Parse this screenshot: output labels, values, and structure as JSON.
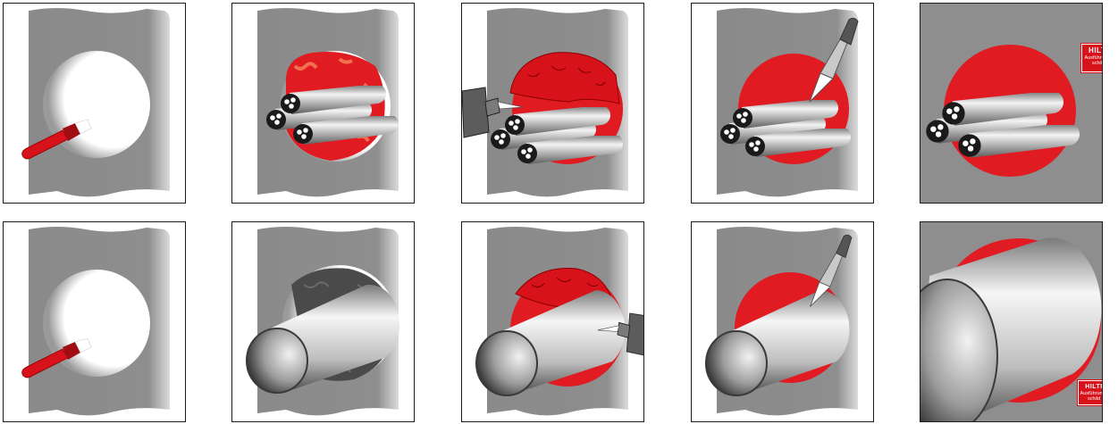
{
  "colors": {
    "wall": "#8e8e8e",
    "wall_light": "#d2d2d2",
    "firestop_red": "#e11b22",
    "red_texture": "#f07050",
    "dark_filler": "#4a4a4a",
    "pipe_light": "#f2f2f2",
    "pipe_dark": "#5a5a5a",
    "tool_red": "#d8121a",
    "tool_grey": "#555555"
  },
  "icons": [
    "paintbrush-icon",
    "cable-bundle-icon",
    "caulking-gun-icon",
    "putty-knife-icon",
    "pipe-icon",
    "hilti-label-icon"
  ],
  "labels": {
    "top": {
      "brand": "HILTI",
      "text": "Ausführungs schild"
    },
    "bottom": {
      "brand": "HILTI",
      "text": "Ausführungs schild"
    }
  }
}
